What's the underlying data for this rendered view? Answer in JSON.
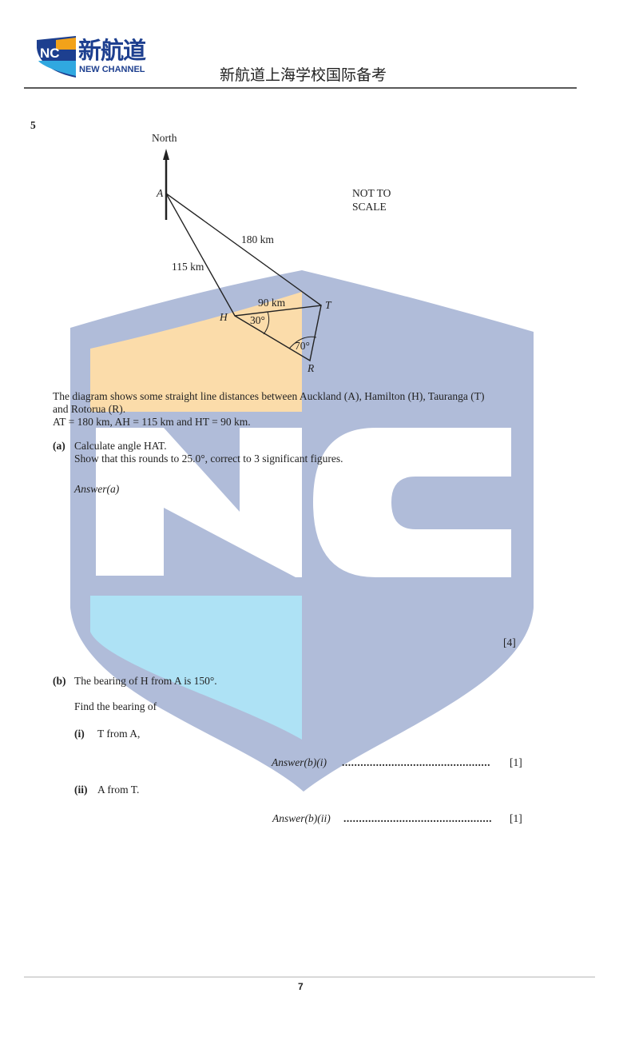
{
  "header": {
    "logo_cn": "新航道",
    "logo_en": "NEW CHANNEL",
    "logo_mark": "NC",
    "title": "新航道上海学校国际备考"
  },
  "question": {
    "number": "5",
    "diagram": {
      "north": "North",
      "not_to_scale_1": "NOT TO",
      "not_to_scale_2": "SCALE",
      "A": "A",
      "H": "H",
      "T": "T",
      "R": "R",
      "AT": "180 km",
      "AH": "115 km",
      "HT": "90 km",
      "angle_H": "30°",
      "angle_R": "70°"
    },
    "intro_1": "The diagram shows some straight line distances between Auckland (A), Hamilton (H), Tauranga (T)",
    "intro_2": "and Rotorua (R).",
    "intro_3": "AT = 180 km, AH = 115 km and HT = 90 km.",
    "a": {
      "label": "(a)",
      "line1": "Calculate angle HAT.",
      "line2": "Show that this rounds to 25.0°, correct to 3 significant figures.",
      "answer": "Answer(a)",
      "marks": "[4]"
    },
    "b": {
      "label": "(b)",
      "line1": "The bearing of H from A is 150°.",
      "line2": "Find the bearing of",
      "i": {
        "label": "(i)",
        "text": "T from A,",
        "answer": "Answer(b)(i)",
        "marks": "[1]"
      },
      "ii": {
        "label": "(ii)",
        "text": "A from T.",
        "answer": "Answer(b)(ii)",
        "marks": "[1]"
      },
      "dots": "................................................"
    }
  },
  "footer": {
    "page": "7"
  },
  "colors": {
    "shield": "#b0bcd9",
    "orange": "#fbdcaa",
    "lightblue": "#aee2f5"
  }
}
